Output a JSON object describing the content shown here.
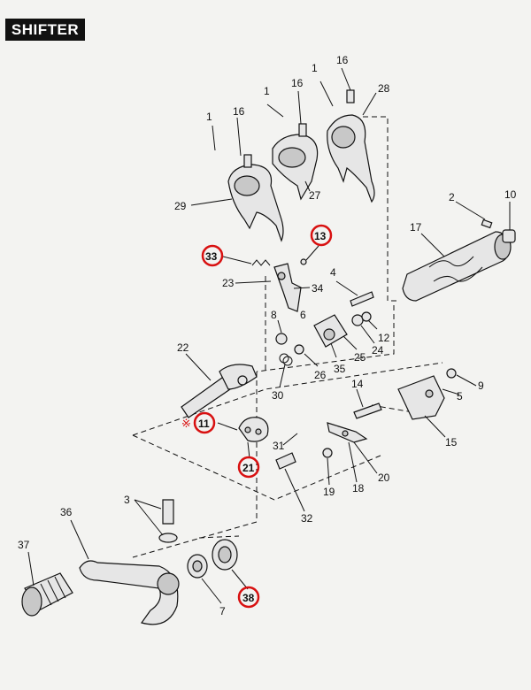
{
  "header": {
    "title": "SHIFTER"
  },
  "asterisk": "※",
  "labels": {
    "p1a": "1",
    "p1b": "1",
    "p1c": "1",
    "p16a": "16",
    "p16b": "16",
    "p16c": "16",
    "p28": "28",
    "p27": "27",
    "p29": "29",
    "p2": "2",
    "p10": "10",
    "p17": "17",
    "p13": "13",
    "p33": "33",
    "p23": "23",
    "p34": "34",
    "p4": "4",
    "p8": "8",
    "p6": "6",
    "p12": "12",
    "p22": "22",
    "p25": "25",
    "p24": "24",
    "p26": "26",
    "p35": "35",
    "p30": "30",
    "p14": "14",
    "p9": "9",
    "p5": "5",
    "p15": "15",
    "p11": "11",
    "p31": "31",
    "p21": "21",
    "p19": "19",
    "p18": "18",
    "p20": "20",
    "p32": "32",
    "p3": "3",
    "p36": "36",
    "p37": "37",
    "p7": "7",
    "p38": "38"
  }
}
